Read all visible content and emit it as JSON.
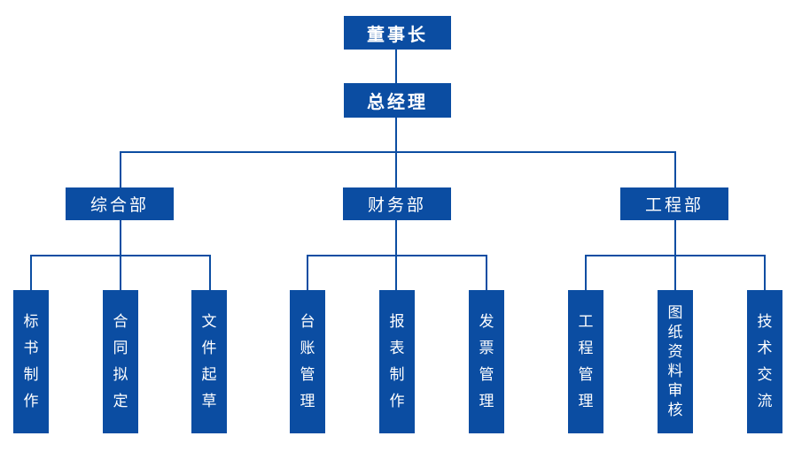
{
  "chairman": "董事长",
  "gm": "总经理",
  "departments": [
    {
      "name": "综合部",
      "tasks": [
        "标书制作",
        "合同拟定",
        "文件起草"
      ]
    },
    {
      "name": "财务部",
      "tasks": [
        "台账管理",
        "报表制作",
        "发票管理"
      ]
    },
    {
      "name": "工程部",
      "tasks": [
        "工程管理",
        "图纸资料审核",
        "技术交流"
      ]
    }
  ]
}
